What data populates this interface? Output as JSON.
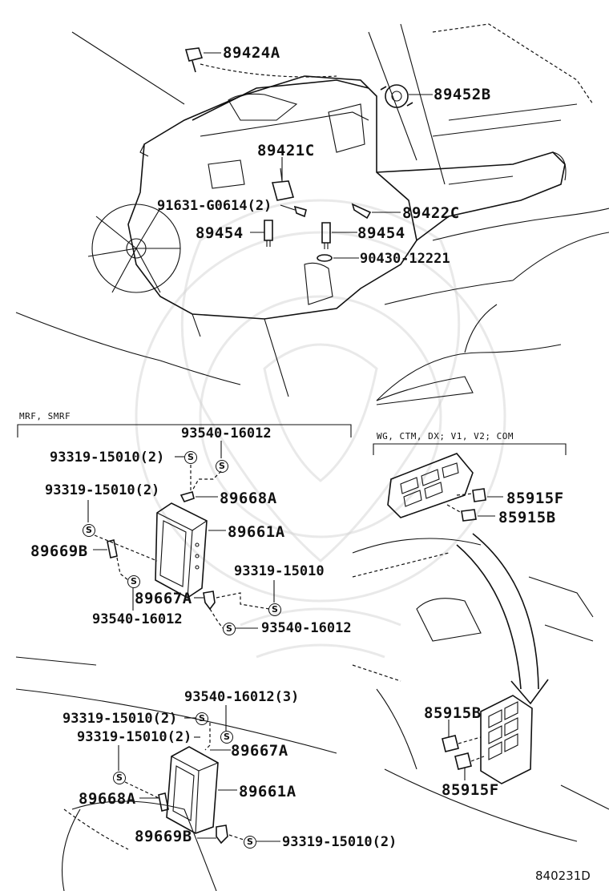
{
  "labels": {
    "p89424A": "89424A",
    "p89452B": "89452B",
    "p89421C": "89421C",
    "p91631": "91631-G0614(2)",
    "p89422C": "89422C",
    "p89454_left": "89454",
    "p89454_right": "89454",
    "p90430": "90430-12221",
    "group_mrf": "MRF, SMRF",
    "group_wg": "WG, CTM, DX; V1, V2; COM",
    "a_93540_top": "93540-16012",
    "a_93319_2a": "93319-15010(2)",
    "a_93319_2b": "93319-15010(2)",
    "a_89668A": "89668A",
    "a_89661A": "89661A",
    "a_89669B": "89669B",
    "a_93319_single": "93319-15010",
    "a_89667A": "89667A",
    "a_93540_left": "93540-16012",
    "a_93540_right": "93540-16012",
    "r_85915F_top": "85915F",
    "r_85915B_top": "85915B",
    "r_85915B_bottom": "85915B",
    "r_85915F_bottom": "85915F",
    "b_93540_3": "93540-16012(3)",
    "b_93319_2a": "93319-15010(2)",
    "b_93319_2b": "93319-15010(2)",
    "b_89667A": "89667A",
    "b_89661A": "89661A",
    "b_89668A": "89668A",
    "b_89669B": "89669B",
    "b_93319_2c": "93319-15010(2)",
    "diagram_code": "840231D"
  },
  "symbol": "S"
}
